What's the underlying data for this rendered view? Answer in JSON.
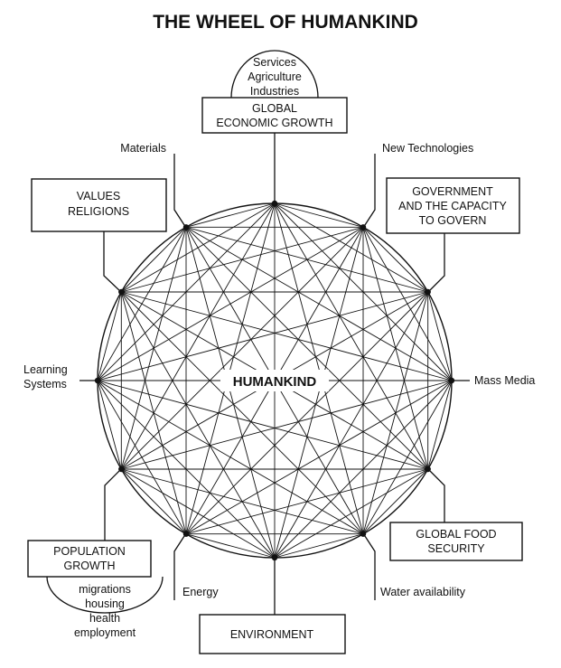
{
  "title": "THE WHEEL OF HUMANKIND",
  "center_label": "HUMANKIND",
  "spokes": {
    "materials": "Materials",
    "new_technologies": "New Technologies",
    "mass_media": "Mass Media",
    "water_availability": "Water availability",
    "energy": "Energy",
    "learning_systems": [
      "Learning",
      "Systems"
    ]
  },
  "boxes": {
    "economic": [
      "GLOBAL",
      "ECONOMIC GROWTH"
    ],
    "government": [
      "GOVERNMENT",
      "AND THE CAPACITY",
      "TO GOVERN"
    ],
    "values": [
      "VALUES",
      "RELIGIONS"
    ],
    "food": [
      "GLOBAL FOOD",
      "SECURITY"
    ],
    "population": [
      "POPULATION",
      "GROWTH"
    ],
    "environment": "ENVIRONMENT"
  },
  "bubbles": {
    "economy_sectors": [
      "Services",
      "Agriculture",
      "Industries"
    ],
    "population_factors": [
      "migrations",
      "housing",
      "health",
      "employment"
    ]
  }
}
